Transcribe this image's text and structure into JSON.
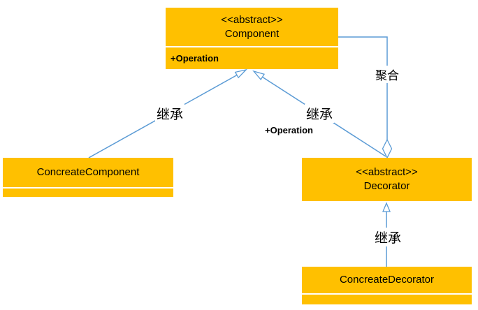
{
  "diagram": {
    "title": "Decorator pattern UML class diagram",
    "colors": {
      "box_fill": "#FFC000",
      "compartment_separator": "#FFFFFF",
      "connector": "#5B9BD5",
      "text": "#000000",
      "background": "#FFFFFF"
    },
    "boxes": {
      "component": {
        "stereotype": "<<abstract>>",
        "name": "Component",
        "operation": "+Operation"
      },
      "concreate_component": {
        "name": "ConcreateComponent"
      },
      "decorator": {
        "stereotype": "<<abstract>>",
        "name": "Decorator"
      },
      "concreate_decorator": {
        "name": "ConcreateDecorator"
      }
    },
    "edge_labels": {
      "inherit_left": "继承",
      "inherit_right": "继承",
      "inherit_right_operation": "+Operation",
      "aggregation": "聚合",
      "inherit_bottom": "继承"
    }
  }
}
